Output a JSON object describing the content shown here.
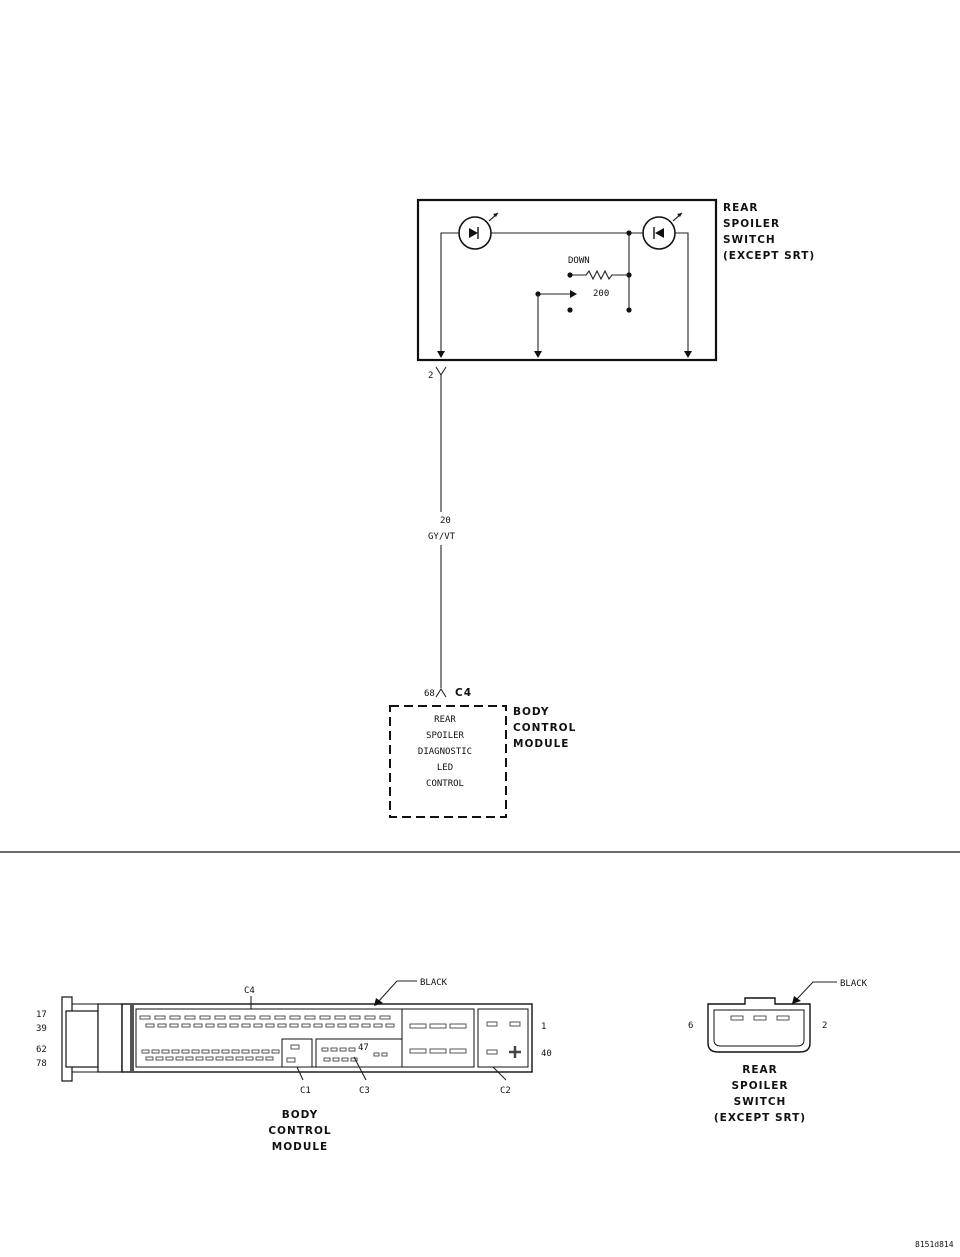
{
  "switch": {
    "title_lines": [
      "REAR",
      "SPOILER",
      "SWITCH",
      "(EXCEPT SRT)"
    ],
    "down_label": "DOWN",
    "resistor_value": "200",
    "pin": "2"
  },
  "wire": {
    "gauge": "20",
    "color": "GY/VT"
  },
  "bcm": {
    "pin": "68",
    "connector": "C4",
    "function_lines": [
      "REAR",
      "SPOILER",
      "DIAGNOSTIC",
      "LED",
      "CONTROL"
    ],
    "title_lines": [
      "BODY",
      "CONTROL",
      "MODULE"
    ]
  },
  "bcm_connector_view": {
    "color_label": "BLACK",
    "connector_top": "C4",
    "left_pins": [
      "17",
      "39",
      "62",
      "78"
    ],
    "right_pins": [
      "1",
      "40"
    ],
    "c3_pin": "47",
    "bottom_labels": [
      "C1",
      "C3",
      "C2"
    ],
    "title_lines": [
      "BODY",
      "CONTROL",
      "MODULE"
    ]
  },
  "switch_connector_view": {
    "color_label": "BLACK",
    "left_pin": "6",
    "right_pin": "2",
    "title_lines": [
      "REAR",
      "SPOILER",
      "SWITCH",
      "(EXCEPT SRT)"
    ]
  },
  "figure_id": "8151d814"
}
